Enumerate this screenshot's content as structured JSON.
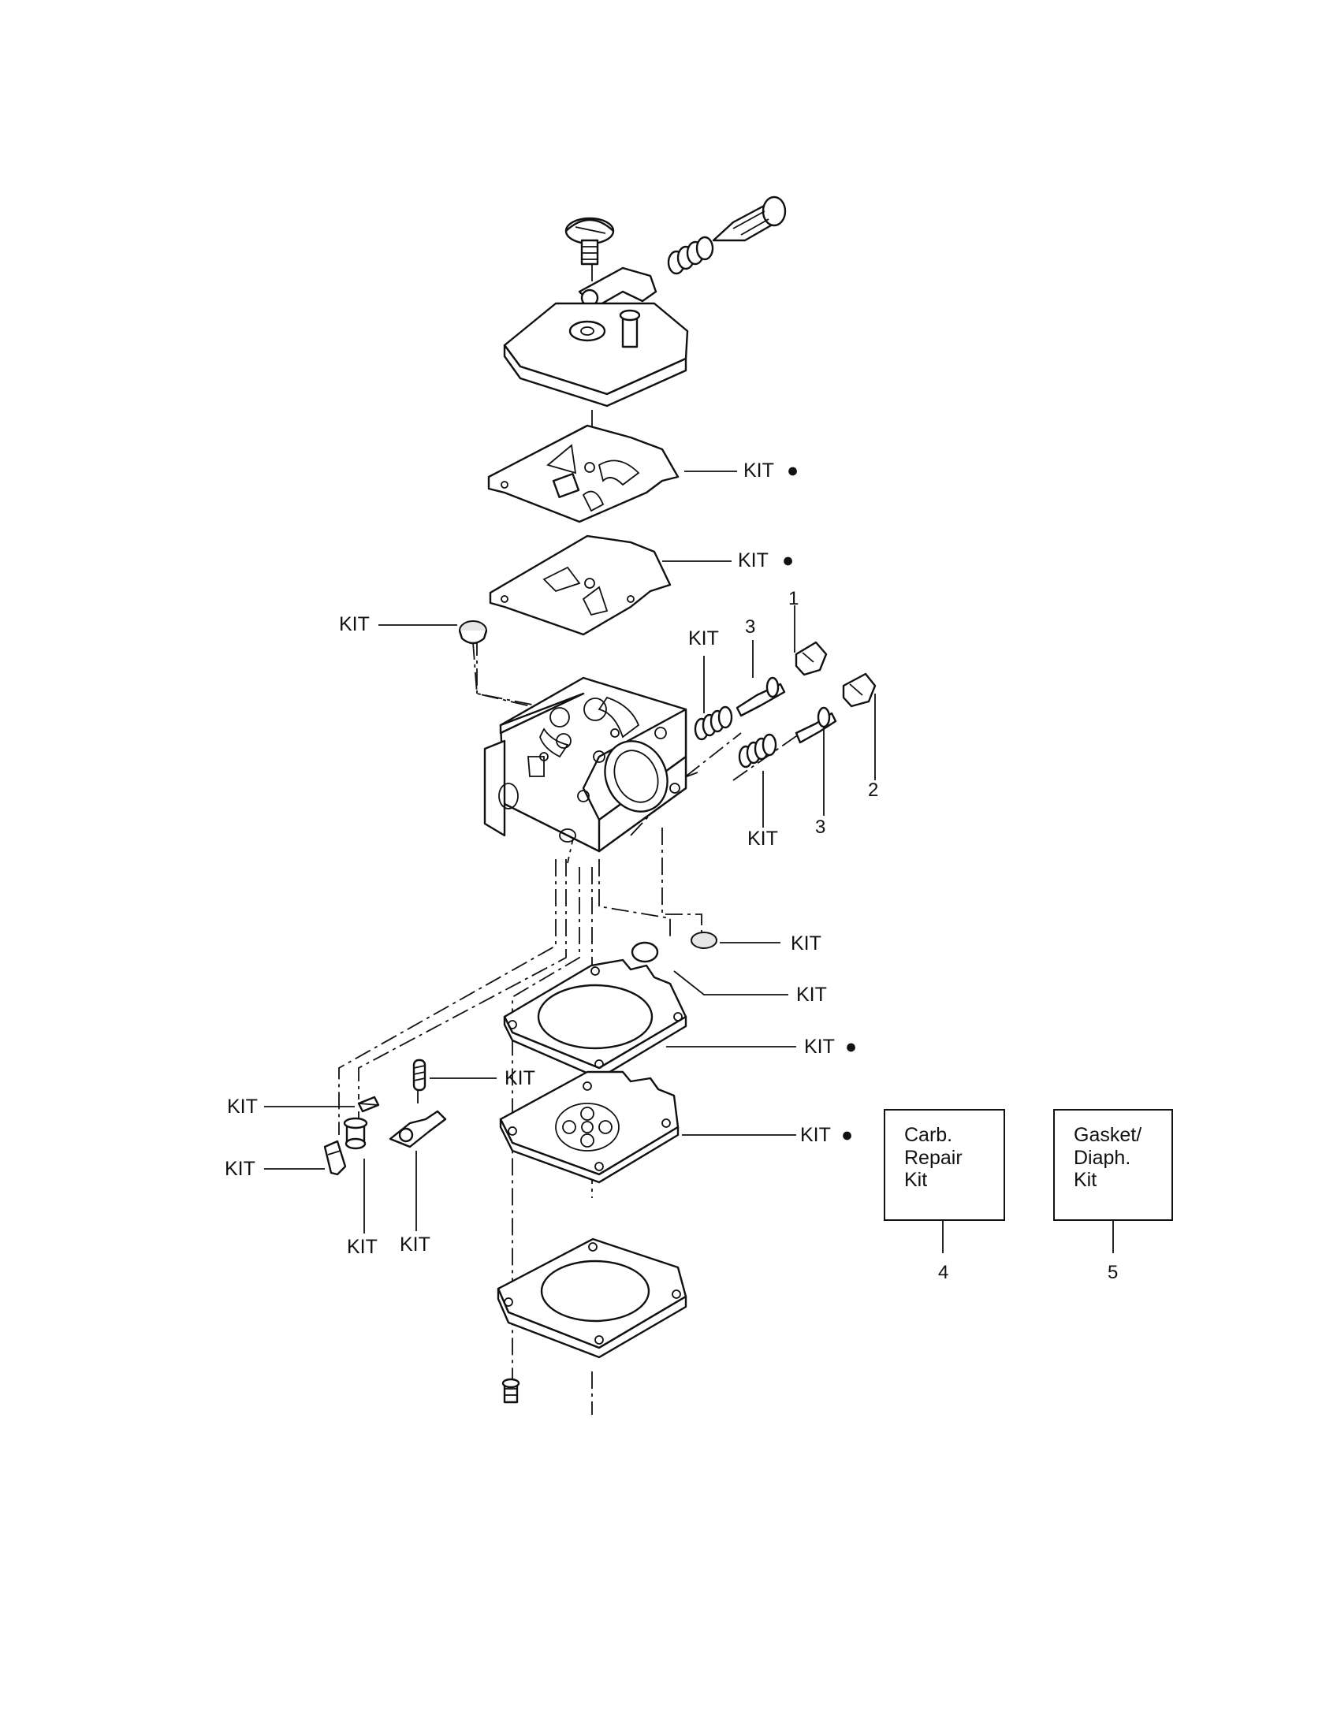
{
  "callouts": {
    "kit_label": "KIT",
    "bullet_symbol": "●",
    "ref_1": "1",
    "ref_2": "2",
    "ref_3": "3",
    "ref_4": "4",
    "ref_5": "5"
  },
  "boxes": {
    "carb_repair_kit": {
      "line1": "Carb.",
      "line2": "Repair",
      "line3": "Kit"
    },
    "gasket_diaph_kit": {
      "line1": "Gasket/",
      "line2": "Diaph.",
      "line3": "Kit"
    }
  }
}
